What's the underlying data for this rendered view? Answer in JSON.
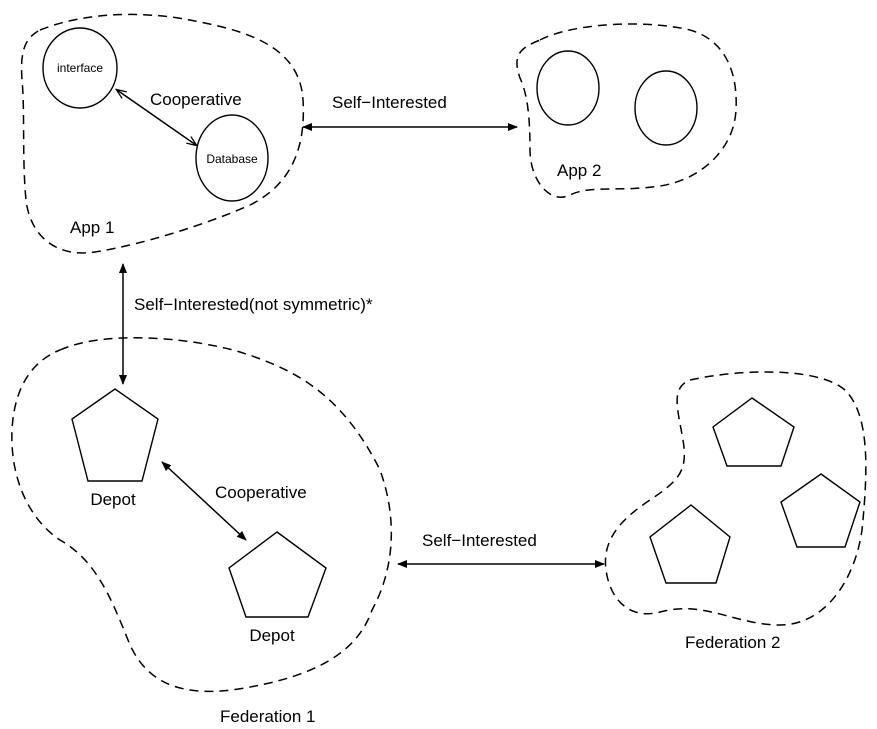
{
  "groups": {
    "app1": "App 1",
    "app2": "App 2",
    "federation1": "Federation 1",
    "federation2": "Federation 2"
  },
  "nodes": {
    "interface": "interface",
    "database": "Database",
    "depot_a": "Depot",
    "depot_b": "Depot"
  },
  "edges": {
    "app1_internal": "Cooperative",
    "app1_app2": "Self−Interested",
    "app1_federation1": "Self−Interested(not symmetric)*",
    "federation1_internal": "Cooperative",
    "federation1_federation2": "Self−Interested"
  }
}
